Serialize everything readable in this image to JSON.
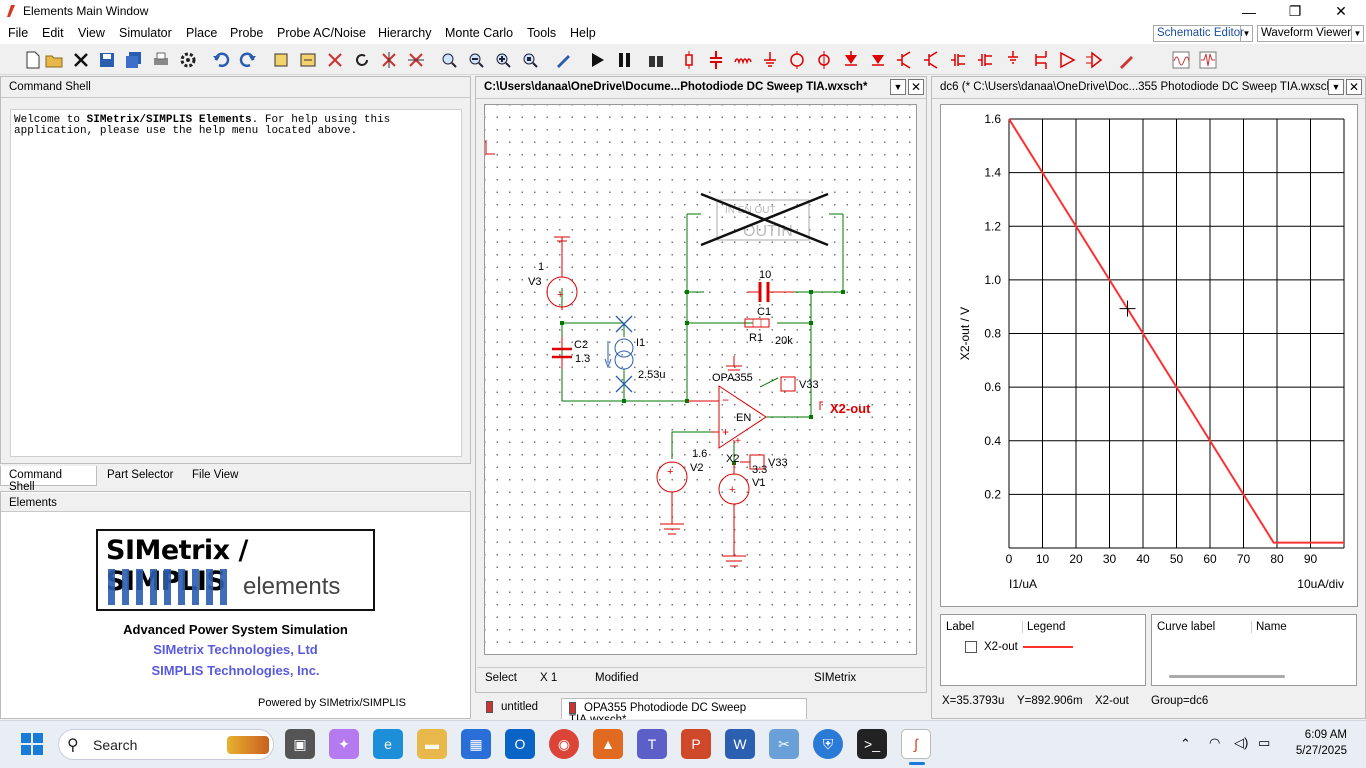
{
  "window": {
    "title": "Elements Main Window",
    "minimize": "—",
    "maximize": "❐",
    "close": "✕"
  },
  "menu": [
    "File",
    "Edit",
    "View",
    "Simulator",
    "Place",
    "Probe",
    "Probe AC/Noise",
    "Hierarchy",
    "Monte Carlo",
    "Tools",
    "Help"
  ],
  "view_selectors": {
    "schematic": "Schematic Editor",
    "waveform": "Waveform Viewer"
  },
  "command_shell": {
    "title": "Command Shell",
    "text_prefix": "Welcome to ",
    "text_bold": "SIMetrix/SIMPLIS Elements",
    "text_suffix": ". For help using this application, please use the help menu located above."
  },
  "left_tabs": [
    "Command Shell",
    "Part Selector",
    "File View"
  ],
  "elements_panel": {
    "title": "Elements",
    "logo_top": "SIMetrix / SIMPLIS",
    "logo_bottom": "elements",
    "tagline": "Advanced Power System Simulation",
    "company1": "SIMetrix Technologies, Ltd",
    "company2": "SIMPLIS Technologies, Inc.",
    "powered": "Powered by SIMetrix/SIMPLIS"
  },
  "schematic": {
    "title": "C:\\Users\\danaa\\OneDrive\\Docume...Photodiode DC Sweep TIA.wxsch*",
    "labels": {
      "v3_val": "1",
      "v3_name": "V3",
      "c2_name": "C2",
      "c2_val": "1.3",
      "i1_name": "I1",
      "i1_val": "2.53u",
      "c1_val": "10",
      "c1_name": "C1",
      "r1_name": "R1",
      "r1_val": "20k",
      "opamp_name": "OPA355",
      "opamp_en": "EN",
      "x2_name": "X2",
      "v33_top": "V33",
      "v33_bot": "V33",
      "v2_val": "1.6",
      "v2_name": "V2",
      "v1_val": "3.3",
      "v1_name": "V1",
      "out_label": "X2-out",
      "deleted_box_top": "IN EN OUT",
      "deleted_box_bot": "OUTIN"
    },
    "status": {
      "mode": "Select",
      "zoom": "X 1",
      "state": "Modified",
      "sim": "SIMetrix"
    }
  },
  "doc_tabs": [
    "untitled",
    "OPA355 Photodiode DC Sweep TIA.wxsch*"
  ],
  "waveform": {
    "title": "dc6 (* C:\\Users\\danaa\\OneDrive\\Doc...355 Photodiode DC Sweep TIA.wxsch)",
    "legend_headers": {
      "label": "Label",
      "legend": "Legend",
      "curve": "Curve label",
      "name": "Name"
    },
    "legend_item": "X2-out",
    "status": {
      "x": "X=35.3793u",
      "y": "Y=892.906m",
      "curve": "X2-out",
      "group": "Group=dc6"
    },
    "x_unit_label": "I1/uA",
    "x_div_label": "10uA/div",
    "curve_color": "#ff3030"
  },
  "chart_data": {
    "type": "line",
    "xlabel": "I1/uA",
    "ylabel": "X2-out / V",
    "x_ticks": [
      0,
      10,
      20,
      30,
      40,
      50,
      60,
      70,
      80,
      90
    ],
    "y_ticks": [
      0.2,
      0.4,
      0.6,
      0.8,
      1.0,
      1.2,
      1.4,
      1.6
    ],
    "y_tick_labels": [
      "0.2",
      "0.4",
      "0.6",
      "0.8",
      "1.0",
      "1.2",
      "1.4",
      "1.6"
    ],
    "xlim": [
      0,
      100
    ],
    "ylim": [
      0,
      1.6
    ],
    "grid": true,
    "series": [
      {
        "x": [
          0,
          5,
          10,
          20,
          30,
          40,
          50,
          60,
          70,
          79,
          90,
          100
        ],
        "y": [
          1.6,
          1.5,
          1.4,
          1.2,
          1.0,
          0.8,
          0.6,
          0.4,
          0.2,
          0.02,
          0.02,
          0.02
        ]
      }
    ],
    "cursor": {
      "x": 35.3793,
      "y": 0.892906
    }
  },
  "taskbar": {
    "search": "Search",
    "time": "6:09 AM",
    "date": "5/27/2025"
  }
}
